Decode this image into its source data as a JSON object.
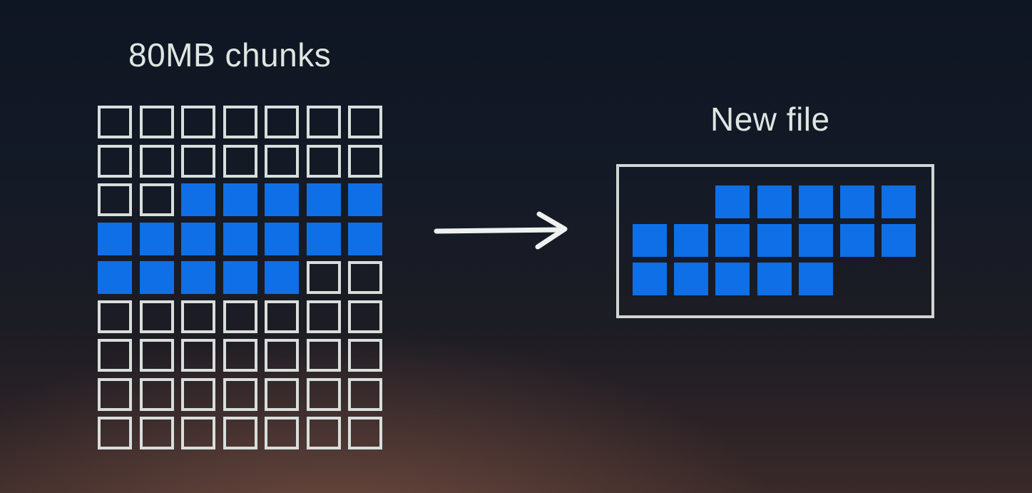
{
  "source_grid": {
    "label": "80MB chunks",
    "columns": 7,
    "rows": [
      [
        0,
        0,
        0,
        0,
        0,
        0,
        0
      ],
      [
        0,
        0,
        0,
        0,
        0,
        0,
        0
      ],
      [
        0,
        0,
        1,
        1,
        1,
        1,
        1
      ],
      [
        1,
        1,
        1,
        1,
        1,
        1,
        1
      ],
      [
        1,
        1,
        1,
        1,
        1,
        0,
        0
      ],
      [
        0,
        0,
        0,
        0,
        0,
        0,
        0
      ],
      [
        0,
        0,
        0,
        0,
        0,
        0,
        0
      ],
      [
        0,
        0,
        0,
        0,
        0,
        0,
        0
      ],
      [
        0,
        0,
        0,
        0,
        0,
        0,
        0
      ]
    ],
    "filled_color": "#0f6fe6",
    "empty_outline_color": "#d8dedb"
  },
  "new_file": {
    "label": "New file",
    "columns": 7,
    "rows": [
      [
        0,
        0,
        1,
        1,
        1,
        1,
        1
      ],
      [
        1,
        1,
        1,
        1,
        1,
        1,
        1
      ],
      [
        1,
        1,
        1,
        1,
        1,
        0,
        0
      ]
    ],
    "filled_color": "#0f6fe6"
  },
  "arrow": {
    "direction": "right",
    "color": "#eef1ef"
  }
}
